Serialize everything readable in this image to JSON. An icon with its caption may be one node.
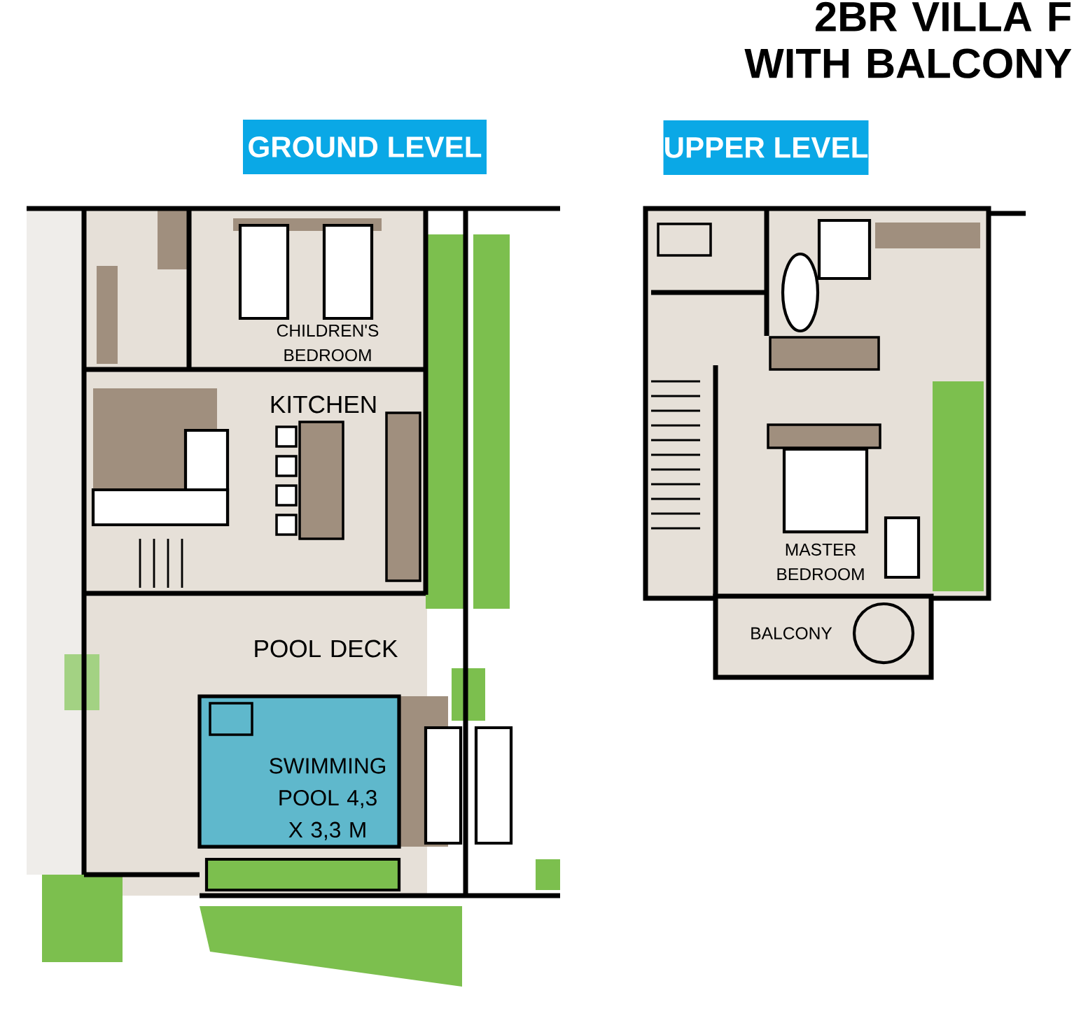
{
  "diagram": {
    "title": "2BR VILLA F WITH BALCONY",
    "nodes": [
      {
        "text": [
          "GROUND LEVEL"
        ]
      },
      {
        "text": [
          "UPPER LEVEL"
        ]
      }
    ],
    "labels": [
      "CHILDREN'S BEDROOM",
      "KITCHEN",
      "POOL DECK",
      "SWIMMING POOL 4,3 X 3,3 M",
      "MASTER BEDROOM",
      "BALCONY"
    ]
  }
}
